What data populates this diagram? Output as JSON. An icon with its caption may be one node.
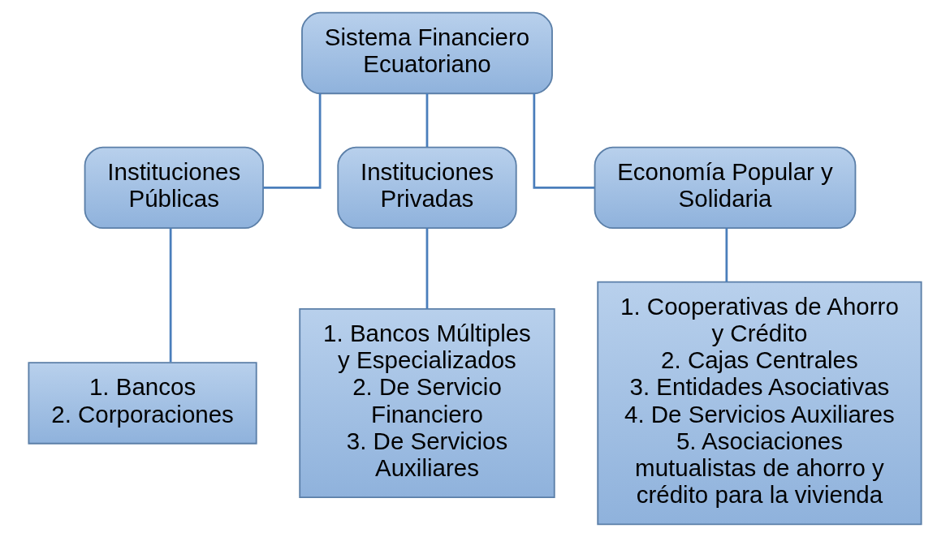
{
  "diagram": {
    "nodes": [
      {
        "text": [
          "Sistema Financiero Ecuatoriano"
        ]
      },
      {
        "text": [
          "Instituciones Públicas"
        ]
      },
      {
        "text": [
          "Instituciones Privadas"
        ]
      },
      {
        "text": [
          "Economía Popular y Solidaria"
        ]
      },
      {
        "text": [
          "1. Bancos",
          "2. Corporaciones"
        ]
      },
      {
        "text": [
          "1. Bancos Múltiples y Especializados",
          "2. De Servicio Financiero",
          "3. De Servicios Auxiliares"
        ]
      },
      {
        "text": [
          "1. Cooperativas de Ahorro y Crédito",
          "2. Cajas Centrales",
          "3. Entidades Asociativas",
          "4. De Servicios Auxiliares",
          "5. Asociaciones mutualistas de ahorro y crédito para la vivienda"
        ]
      }
    ],
    "edges": [
      {
        "from": 0,
        "to": 1,
        "arrow": "none"
      },
      {
        "from": 0,
        "to": 2,
        "arrow": "none"
      },
      {
        "from": 0,
        "to": 3,
        "arrow": "none"
      },
      {
        "from": 1,
        "to": 4,
        "arrow": "none"
      },
      {
        "from": 2,
        "to": 5,
        "arrow": "none"
      },
      {
        "from": 3,
        "to": 6,
        "arrow": "none"
      }
    ]
  }
}
